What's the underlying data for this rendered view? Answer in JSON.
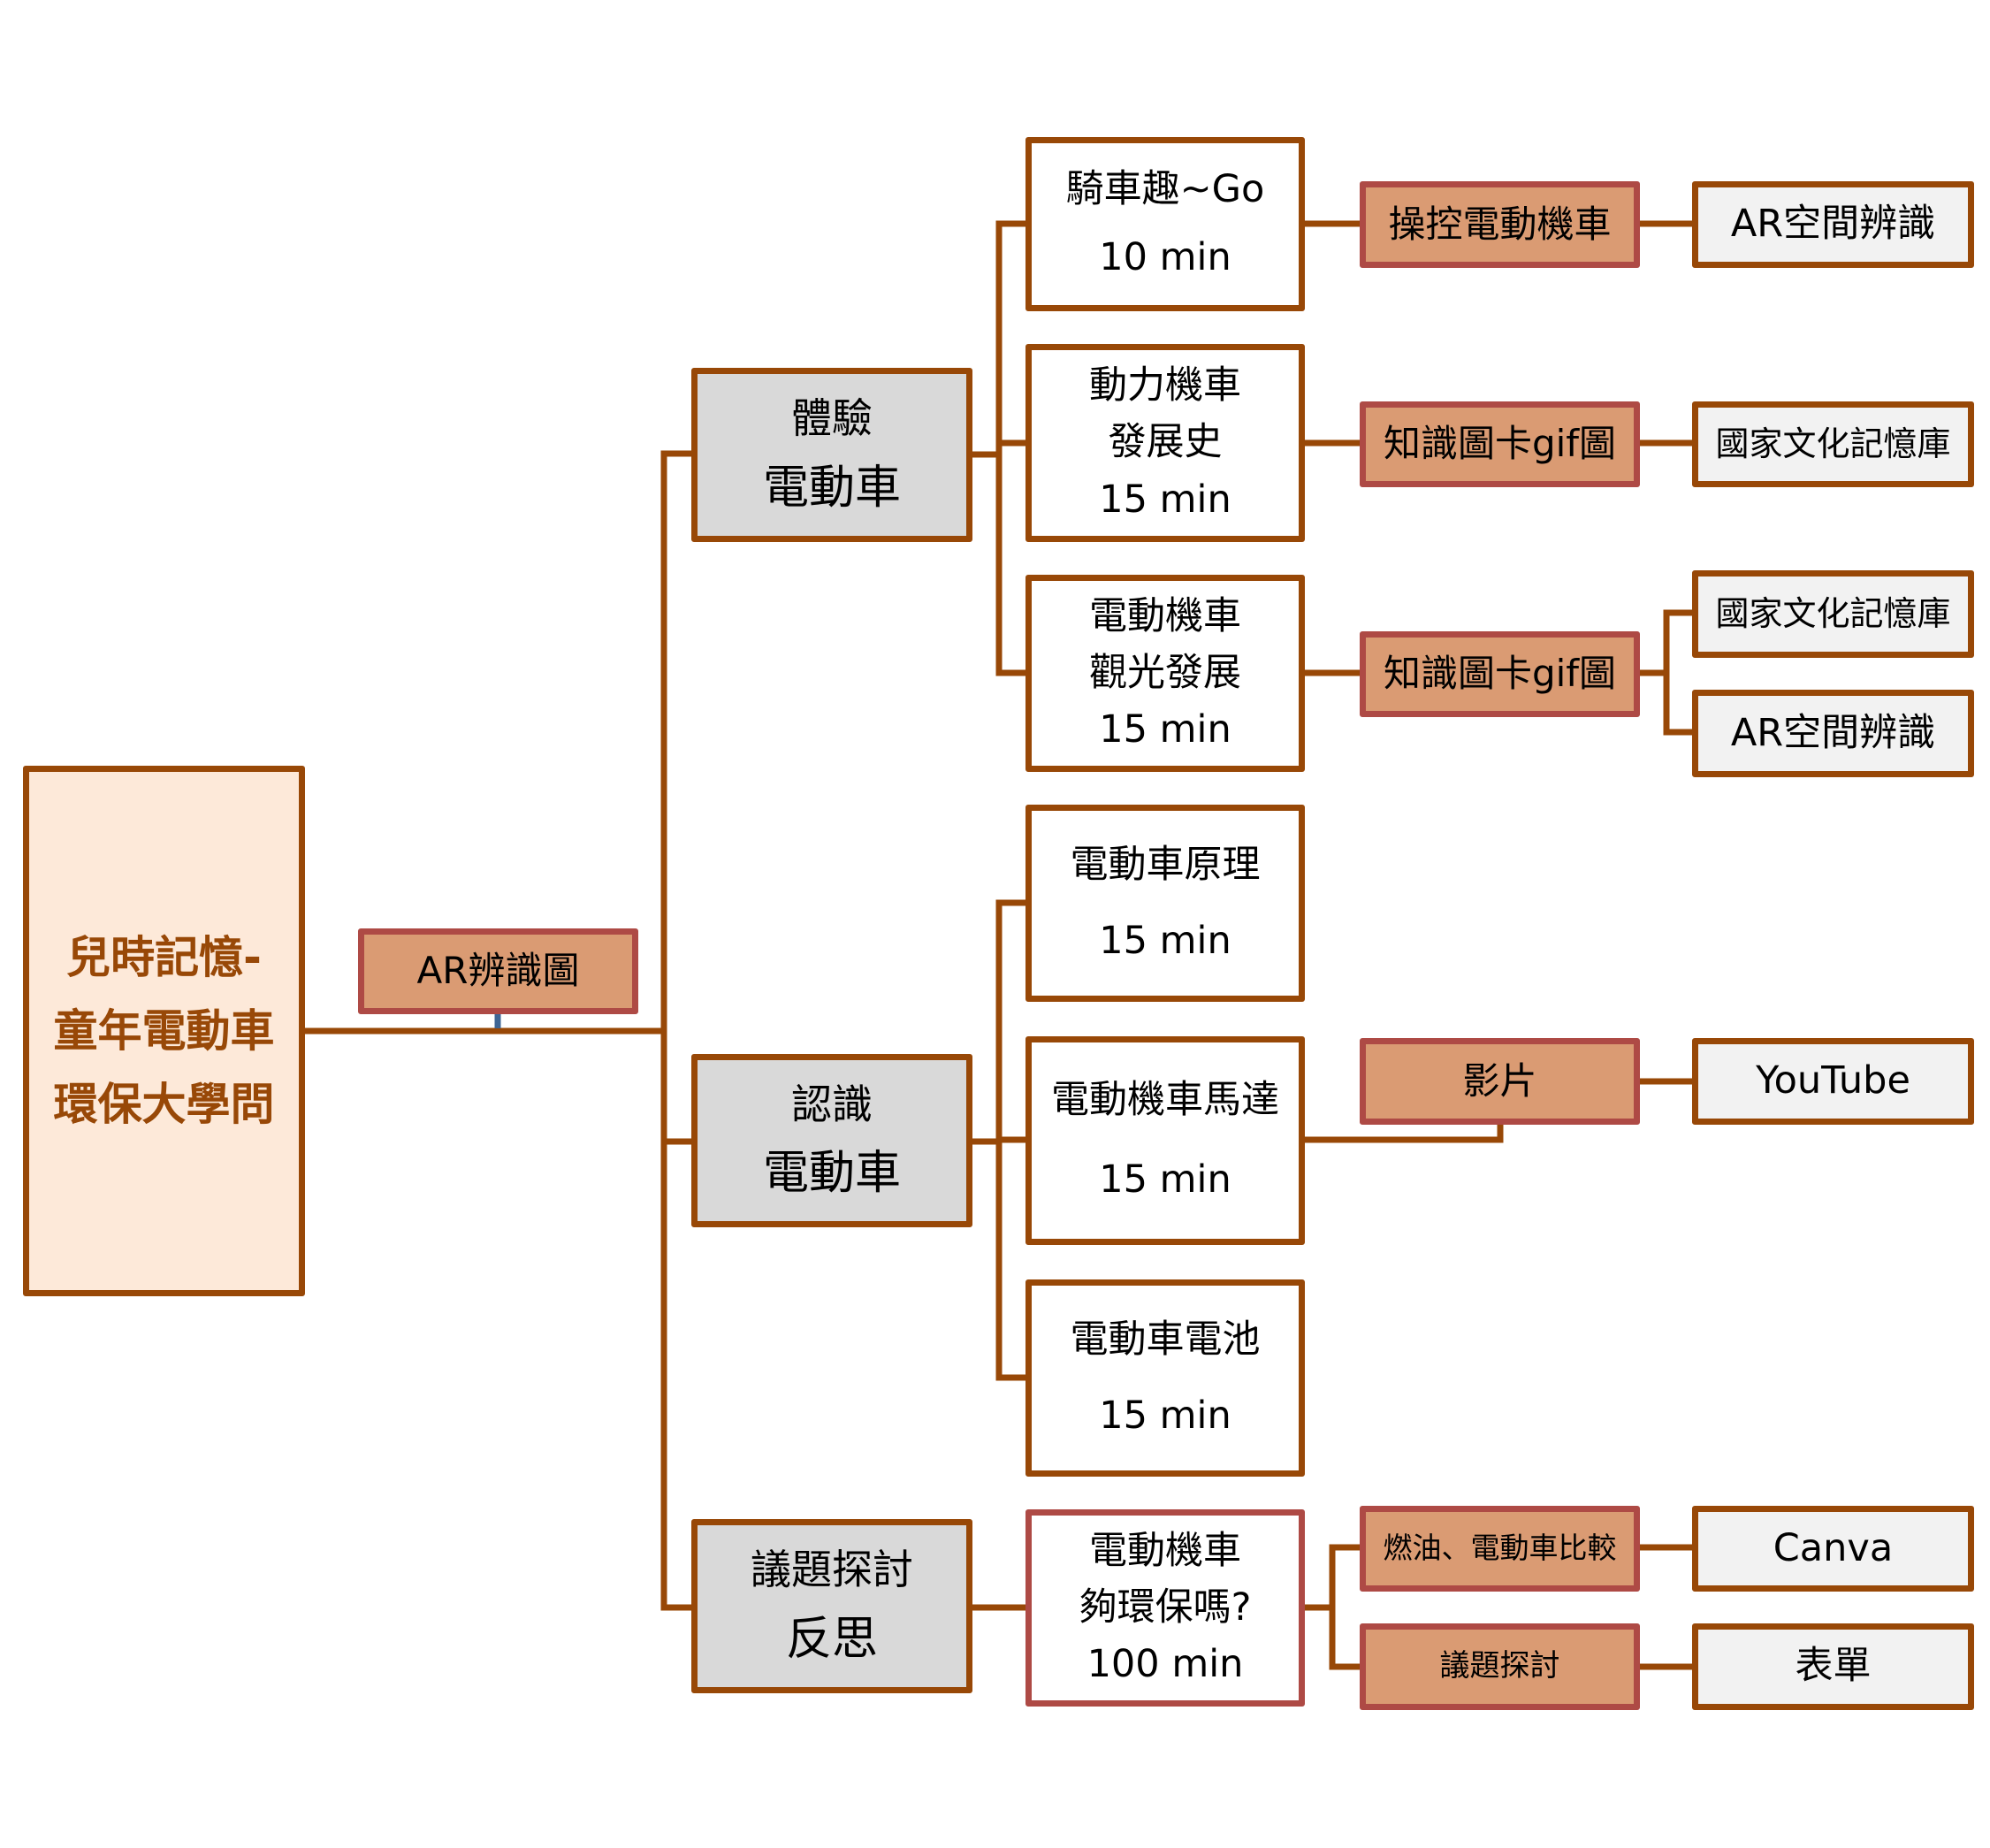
{
  "root": {
    "lines": [
      "兒時記憶-",
      "童年電動車",
      "環保大學問"
    ]
  },
  "ar_label": {
    "lines": [
      "AR辨識圖"
    ]
  },
  "level1": [
    {
      "id": "l1a",
      "lines": [
        "體驗",
        "電動車"
      ]
    },
    {
      "id": "l1b",
      "lines": [
        "認識",
        "電動車"
      ]
    },
    {
      "id": "l1c",
      "lines": [
        "議題探討",
        "反思"
      ]
    }
  ],
  "level2": [
    {
      "id": "l2a",
      "lines": [
        "騎車趣~Go",
        "10 min"
      ]
    },
    {
      "id": "l2b",
      "lines": [
        "動力機車",
        "發展史",
        "15 min"
      ]
    },
    {
      "id": "l2c",
      "lines": [
        "電動機車",
        "觀光發展",
        "15 min"
      ]
    },
    {
      "id": "l2d",
      "lines": [
        "電動車原理",
        "15 min"
      ]
    },
    {
      "id": "l2e",
      "lines": [
        "電動機車馬達",
        "15 min"
      ]
    },
    {
      "id": "l2f",
      "lines": [
        "電動車電池",
        "15 min"
      ]
    },
    {
      "id": "l2g",
      "lines": [
        "電動機車",
        "夠環保嗎?",
        "100 min"
      ]
    }
  ],
  "level3": [
    {
      "id": "l3a",
      "lines": [
        "操控電動機車"
      ]
    },
    {
      "id": "l3b",
      "lines": [
        "知識圖卡gif圖"
      ]
    },
    {
      "id": "l3c",
      "lines": [
        "知識圖卡gif圖"
      ]
    },
    {
      "id": "l3d",
      "lines": [
        "影片"
      ]
    },
    {
      "id": "l3e",
      "lines": [
        "燃油、電動車比較"
      ]
    },
    {
      "id": "l3f",
      "lines": [
        "議題探討"
      ]
    }
  ],
  "level4": [
    {
      "id": "l4a",
      "lines": [
        "AR空間辨識"
      ]
    },
    {
      "id": "l4b",
      "lines": [
        "國家文化記憶庫"
      ]
    },
    {
      "id": "l4c",
      "lines": [
        "國家文化記憶庫"
      ]
    },
    {
      "id": "l4d",
      "lines": [
        "AR空間辨識"
      ]
    },
    {
      "id": "l4e",
      "lines": [
        "YouTube"
      ]
    },
    {
      "id": "l4f",
      "lines": [
        "Canva"
      ]
    },
    {
      "id": "l4g",
      "lines": [
        "表單"
      ]
    }
  ],
  "colors": {
    "line": "#984807",
    "orange_fill": "#da9b73",
    "orange_border": "#ae4a45",
    "root_fill": "#fde9d9",
    "gray_fill": "#d9d9d9",
    "light_fill": "#f2f2f2",
    "stem": "#3e6595"
  }
}
